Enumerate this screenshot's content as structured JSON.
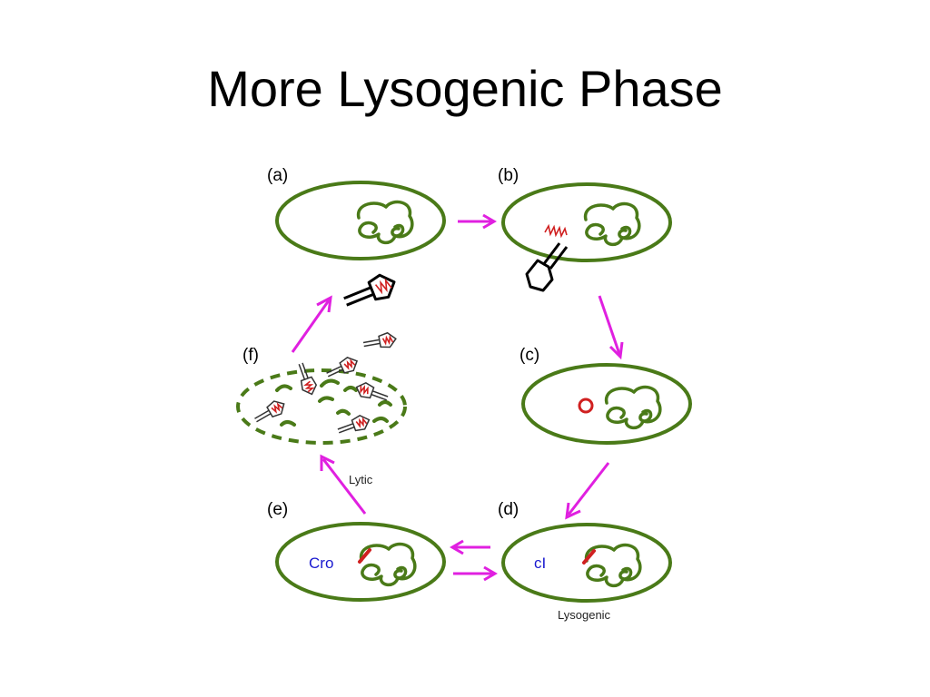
{
  "title": "More Lysogenic Phase",
  "panels": {
    "a": "(a)",
    "b": "(b)",
    "c": "(c)",
    "d": "(d)",
    "e": "(e)",
    "f": "(f)"
  },
  "labels": {
    "lytic": "Lytic",
    "lysogenic": "Lysogenic",
    "cro": "Cro",
    "ci": "cI"
  },
  "colors": {
    "cell_outline": "#4a7a18",
    "arrow": "#e020e0",
    "phage_dna": "#d02020",
    "protein_text": "#1a1ad0"
  }
}
